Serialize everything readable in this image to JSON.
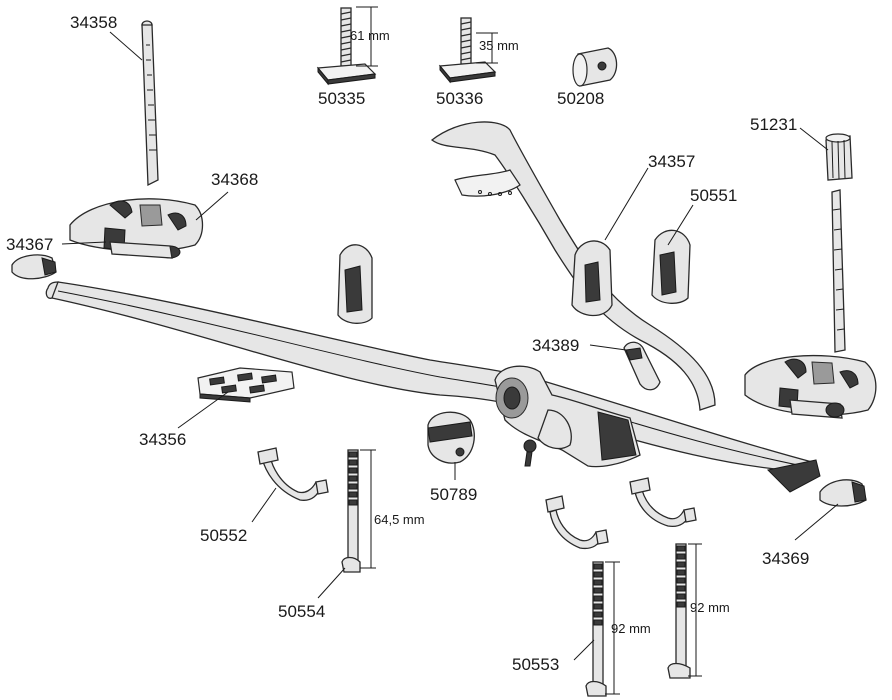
{
  "parts": {
    "p34358": "34358",
    "p50335": "50335",
    "p50336": "50336",
    "p50208": "50208",
    "p51231": "51231",
    "p34357": "34357",
    "p50551": "50551",
    "p34368": "34368",
    "p34367": "34367",
    "p34389": "34389",
    "p34356": "34356",
    "p50789": "50789",
    "p50552": "50552",
    "p50554": "50554",
    "p34369": "34369",
    "p50553": "50553"
  },
  "dimensions": {
    "d61": "61 mm",
    "d35": "35 mm",
    "d645": "64,5 mm",
    "d92a": "92 mm",
    "d92b": "92 mm"
  }
}
